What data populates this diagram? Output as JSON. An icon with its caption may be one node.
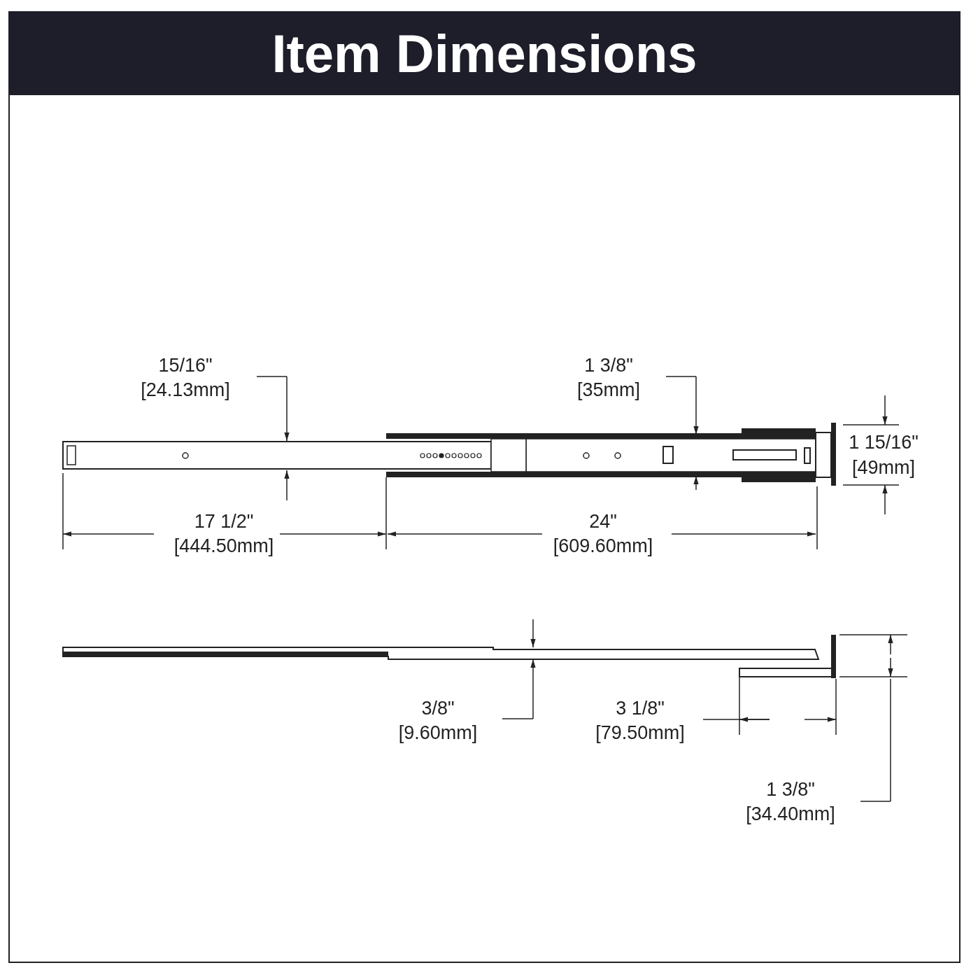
{
  "diagram": {
    "title": "Item Dimensions",
    "labels": [
      "15/16\"",
      "[24.13mm]",
      "1 3/8\"",
      "[35mm]",
      "1 15/16\"",
      "[49mm]",
      "17 1/2\"",
      "[444.50mm]",
      "24\"",
      "[609.60mm]",
      "3/8\"",
      "[9.60mm]",
      "3 1/8\"",
      "[79.50mm]",
      "1 3/8\"",
      "[34.40mm]"
    ]
  }
}
